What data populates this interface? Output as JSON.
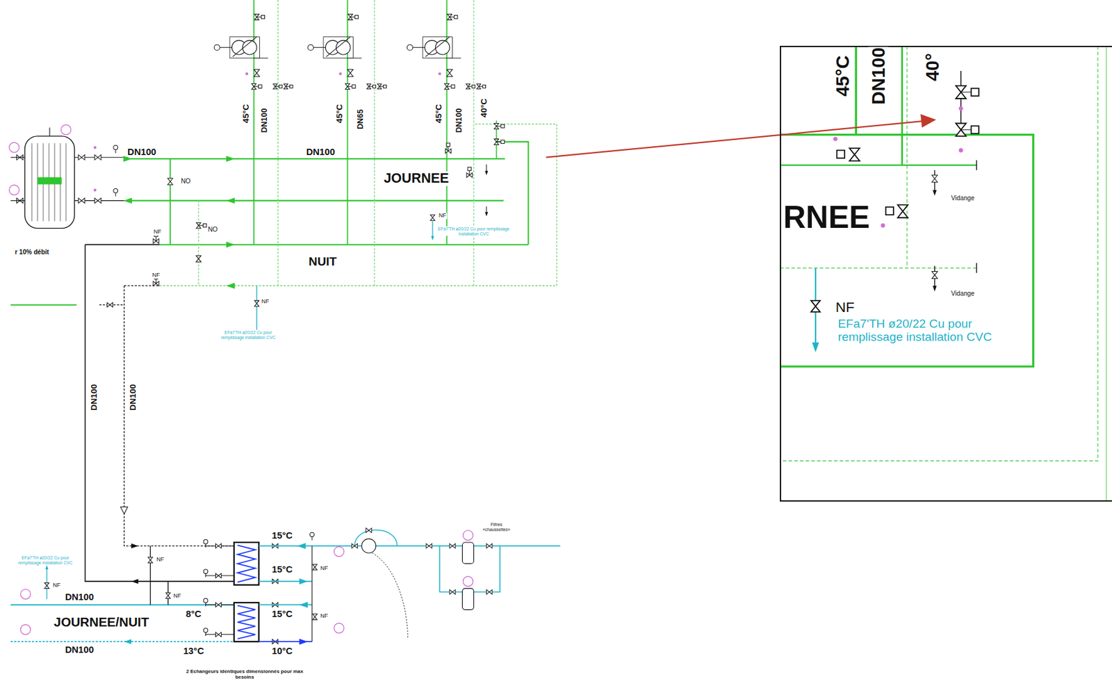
{
  "diagram": {
    "nodes": [
      {
        "text": [
          "45°C",
          "DN100",
          "40°",
          "RNEE",
          "NF",
          "EFa7'TH ø20/22 Cu pour remplissage installation CVC",
          "Vidange",
          "Vidange"
        ]
      }
    ],
    "labels": [
      "DN100",
      "DN100",
      "JOURNEE",
      "NUIT",
      "NO",
      "NO",
      "NF",
      "NF",
      "45°C",
      "DN100",
      "45°C",
      "DN65",
      "45°C",
      "DN100",
      "40°C",
      "r 10% débit",
      "NF",
      "EFa7'TH ø20/22 Cu pour remplissage installation CVC",
      "NF",
      "EFa7'TH ø20/22 Cu pour remplissage installation CVC",
      "DN100",
      "DN100",
      "EFa7'TH ø20/22 Cu pour remplissage installation CVC",
      "NF",
      "DN100",
      "JOURNEE/NUIT",
      "DN100",
      "15°C",
      "15°C",
      "15°C",
      "10°C",
      "8°C",
      "13°C",
      "NF",
      "NF",
      "NF",
      "NF",
      "2 Echangeurs identiques dimensionnés pour max besoins",
      "Filtres «chaussettes»"
    ]
  }
}
